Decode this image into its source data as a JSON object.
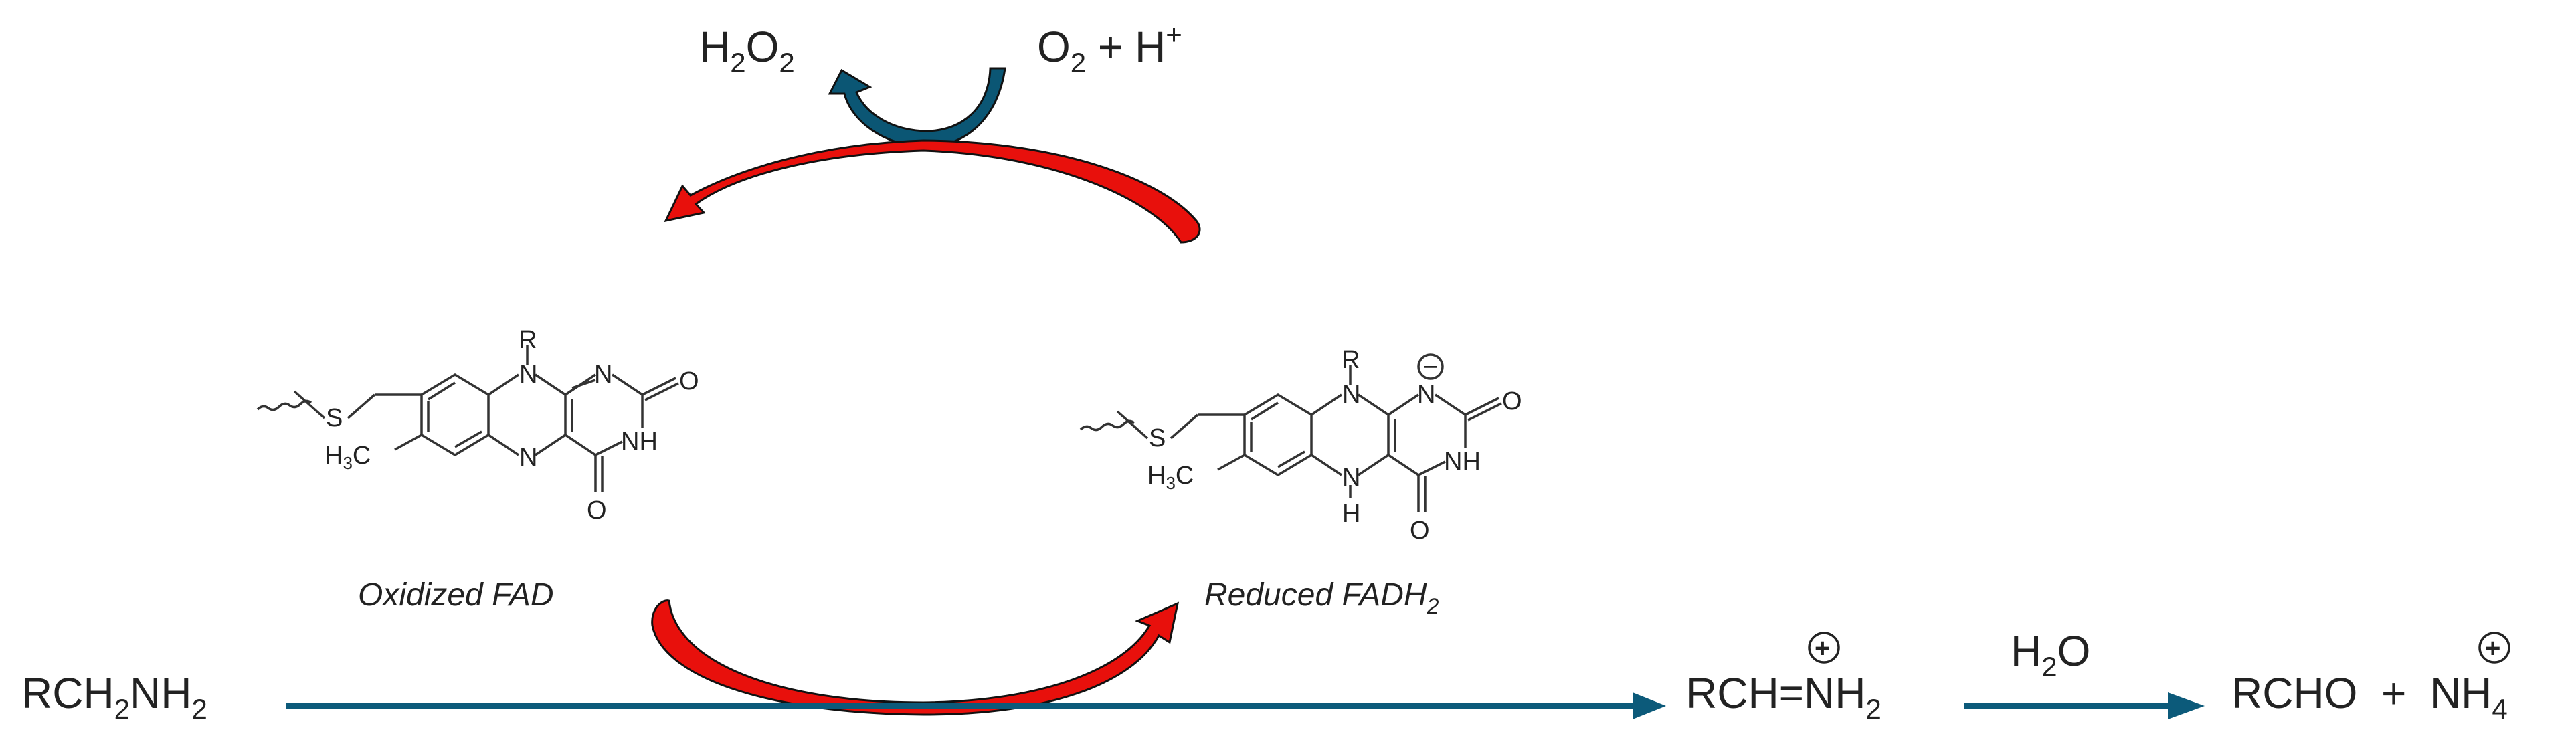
{
  "top_left": {
    "main": "H",
    "sub1": "2",
    "mid": "O",
    "sub2": "2"
  },
  "top_right": {
    "o": "O",
    "o_sub": "2",
    "plus": " + H",
    "sup": "+"
  },
  "fad_ox": {
    "label": "Oxidized FAD",
    "atoms": {
      "R": "R",
      "N1": "N",
      "N2": "N",
      "O1": "O",
      "NH": "NH",
      "N3": "N",
      "O2": "O",
      "S": "S",
      "H3C": "H",
      "H3C_sub": "3",
      "H3C_c": "C"
    }
  },
  "fad_red": {
    "label": "Reduced FADH",
    "label_sub": "2",
    "atoms": {
      "R": "R",
      "N1": "N",
      "N2": "N",
      "O1": "O",
      "NH": "NH",
      "N3": "N",
      "H": "H",
      "O2": "O",
      "S": "S",
      "minus": "−",
      "H3C": "H",
      "H3C_sub": "3",
      "H3C_c": "C"
    }
  },
  "reactant": {
    "a": "RCH",
    "sub1": "2",
    "b": "NH",
    "sub2": "2"
  },
  "iminium": {
    "a": "RCH=",
    "n": "N",
    "h": "H",
    "sub": "2",
    "plus": "+"
  },
  "water": {
    "h": "H",
    "sub": "2",
    "o": "O"
  },
  "products": {
    "a": "RCHO  +  ",
    "n": "N",
    "h": "H",
    "sub": "4",
    "plus": "+"
  },
  "colors": {
    "main_arrow": "#0c5a7a",
    "red_arrow": "#e8100c",
    "blue_curve": "#0b5674",
    "outline": "#111111"
  }
}
